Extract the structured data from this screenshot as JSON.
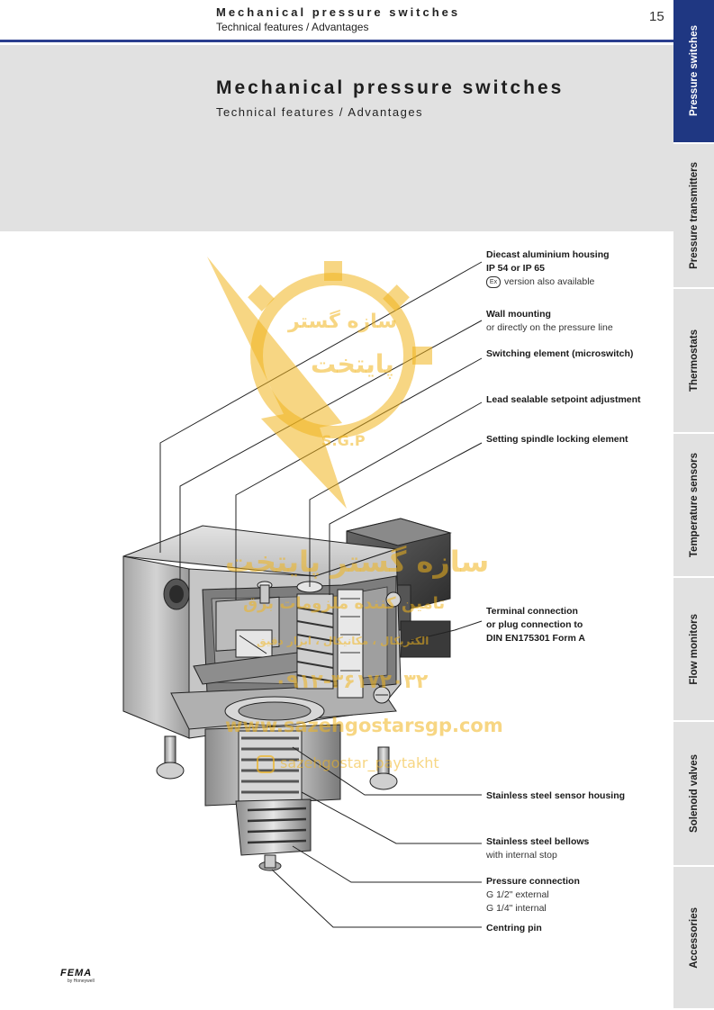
{
  "header": {
    "title": "Mechanical pressure switches",
    "subtitle": "Technical features / Advantages",
    "page_number": "15"
  },
  "hero": {
    "title": "Mechanical pressure switches",
    "subtitle": "Technical features / Advantages"
  },
  "sidebar": {
    "tabs": [
      {
        "label": "Pressure switches",
        "active": true
      },
      {
        "label": "Pressure transmitters",
        "active": false
      },
      {
        "label": "Thermostats",
        "active": false
      },
      {
        "label": "Temperature sensors",
        "active": false
      },
      {
        "label": "Flow monitors",
        "active": false
      },
      {
        "label": "Solenoid valves",
        "active": false
      },
      {
        "label": "Accessories",
        "active": false
      }
    ]
  },
  "callouts": {
    "housing": {
      "title": "Diecast aluminium housing",
      "line2": "IP 54 or IP 65",
      "badge": "Ex",
      "line3": "version also available"
    },
    "wall": {
      "title": "Wall mounting",
      "line2": "or directly on the pressure line"
    },
    "switching": {
      "title": "Switching element (microswitch)"
    },
    "setpoint": {
      "title": "Lead sealable setpoint adjustment"
    },
    "spindle": {
      "title": "Setting spindle locking element"
    },
    "terminal": {
      "title": "Terminal connection",
      "line2": "or plug connection to",
      "line3": "DIN EN175301 Form A"
    },
    "sensor": {
      "title": "Stainless steel sensor housing"
    },
    "bellows": {
      "title": "Stainless steel bellows",
      "line2": "with internal stop"
    },
    "pressure": {
      "title": "Pressure connection",
      "line2": "G 1/2\" external",
      "line3": "G 1/4\" internal"
    },
    "centring": {
      "title": "Centring pin"
    }
  },
  "watermark": {
    "logo_line1": "سازه گستر",
    "logo_line2": "پایتخت",
    "logo_badge": "S.G.P",
    "company": "سازه گستر پایتخت",
    "tagline": "تامین کننده ملزومات برق",
    "tagline2": "الکتریکال ، مکانیکال ، ابزار دقیق",
    "phone": "۰۹۱۲-۳۶۱۷۲۰۳۲",
    "website": "www.sazehgostarsgp.com",
    "instagram": "sazehgostar_paytakht"
  },
  "footer": {
    "logo": "FEMA",
    "logo_sub": "by Honeywell"
  },
  "colors": {
    "accent": "#1f3782",
    "panel": "#e1e1e1",
    "watermark": "#f0b41e"
  }
}
